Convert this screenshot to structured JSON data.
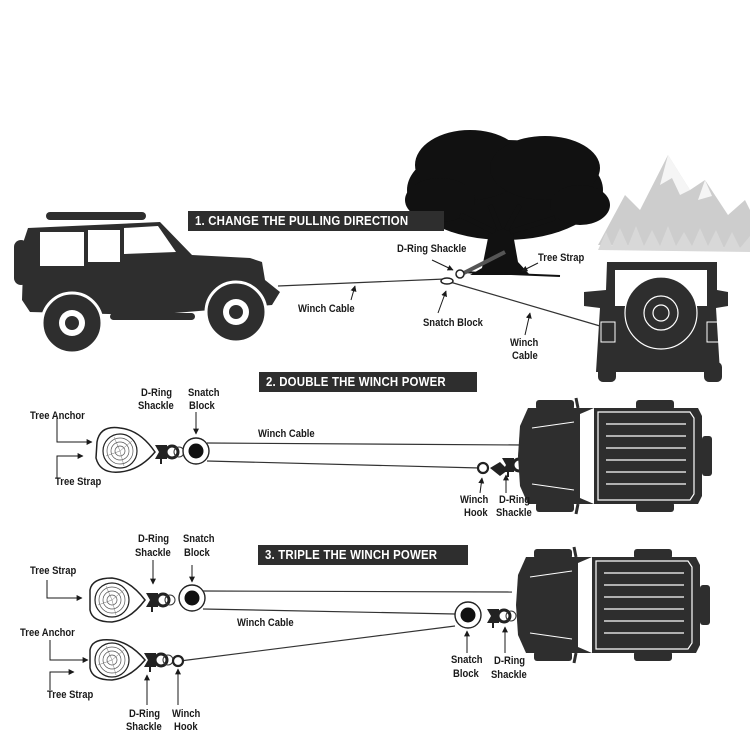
{
  "colors": {
    "vehicle": "#2e2e2e",
    "tree": "#111111",
    "mountain": "#c9c9c9",
    "banner_bg": "#2e2e2e",
    "banner_text": "#ffffff",
    "cable": "#333333",
    "text": "#1a1a1a"
  },
  "section1": {
    "title": "1. CHANGE THE PULLING DIRECTION",
    "labels": {
      "d_ring_shackle": "D-Ring Shackle",
      "tree_strap": "Tree Strap",
      "winch_cable_left": "Winch Cable",
      "snatch_block": "Snatch Block",
      "winch_cable_right_line1": "Winch",
      "winch_cable_right_line2": "Cable"
    }
  },
  "section2": {
    "title": "2. DOUBLE THE WINCH POWER",
    "labels": {
      "tree_anchor": "Tree Anchor",
      "tree_strap": "Tree Strap",
      "d_ring_shackle_line1": "D-Ring",
      "d_ring_shackle_line2": "Shackle",
      "snatch_block_line1": "Snatch",
      "snatch_block_line2": "Block",
      "winch_cable": "Winch Cable",
      "winch_hook_line1": "Winch",
      "winch_hook_line2": "Hook",
      "vehicle_d_ring_line1": "D-Ring",
      "vehicle_d_ring_line2": "Shackle"
    }
  },
  "section3": {
    "title": "3. TRIPLE THE WINCH POWER",
    "labels": {
      "tree_strap_top": "Tree Strap",
      "tree_anchor": "Tree Anchor",
      "tree_strap_bottom": "Tree Strap",
      "d_ring_shackle_top_line1": "D-Ring",
      "d_ring_shackle_top_line2": "Shackle",
      "snatch_block_top_line1": "Snatch",
      "snatch_block_top_line2": "Block",
      "winch_cable": "Winch Cable",
      "snatch_block_vehicle_line1": "Snatch",
      "snatch_block_vehicle_line2": "Block",
      "d_ring_vehicle_line1": "D-Ring",
      "d_ring_vehicle_line2": "Shackle",
      "d_ring_bottom_line1": "D-Ring",
      "d_ring_bottom_line2": "Shackle",
      "winch_hook_line1": "Winch",
      "winch_hook_line2": "Hook"
    }
  }
}
